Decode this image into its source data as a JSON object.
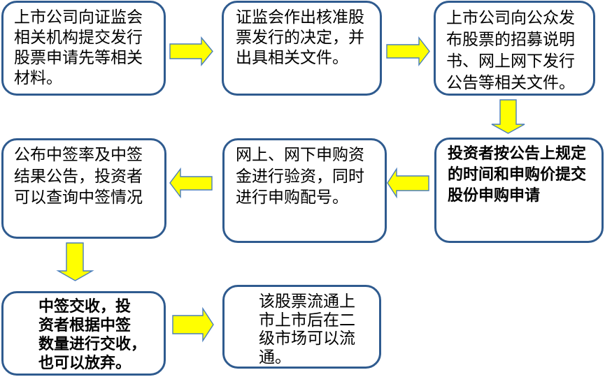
{
  "colors": {
    "box_border": "#2f5b8f",
    "arrow_fill": "#ffff00",
    "arrow_stroke": "#4a7ebb"
  },
  "steps": [
    {
      "step": 1,
      "emphasis": false,
      "lines": [
        "上市公司向证监会",
        "相关机构提交发行",
        "股票申请先等相关",
        "材料。"
      ]
    },
    {
      "step": 2,
      "emphasis": false,
      "lines": [
        "证监会作出核准股",
        "票发行的决定，并",
        "出具相关文件。"
      ]
    },
    {
      "step": 3,
      "emphasis": false,
      "lines": [
        "上市公司向公众发",
        "布股票的招募说明",
        "书、网上网下发行",
        "公告等相关文件。"
      ]
    },
    {
      "step": 4,
      "emphasis": true,
      "lines": [
        "投资者按公告上规定",
        "的时间和申购价提交",
        "股份申购申请"
      ]
    },
    {
      "step": 5,
      "emphasis": false,
      "lines": [
        "网上、网下申购资",
        "金进行验资，同时",
        "进行申购配号。"
      ]
    },
    {
      "step": 6,
      "emphasis": false,
      "lines": [
        "公布中签率及中签",
        "结果公告，投资者",
        "可以查询中签情况"
      ]
    },
    {
      "step": 7,
      "emphasis": true,
      "lines": [
        "中签交收，投",
        "资者根据中签",
        "数量进行交收，",
        "也可以放弃。"
      ]
    },
    {
      "step": 8,
      "emphasis": false,
      "lines": [
        "该股票流通上",
        "市上市后在二",
        "级市场可以流",
        "通。"
      ]
    }
  ],
  "arrows": [
    {
      "from": 1,
      "to": 2,
      "icon": "arrow-right"
    },
    {
      "from": 2,
      "to": 3,
      "icon": "arrow-right"
    },
    {
      "from": 3,
      "to": 4,
      "icon": "arrow-down"
    },
    {
      "from": 4,
      "to": 5,
      "icon": "arrow-left"
    },
    {
      "from": 5,
      "to": 6,
      "icon": "arrow-left"
    },
    {
      "from": 6,
      "to": 7,
      "icon": "arrow-down"
    },
    {
      "from": 7,
      "to": 8,
      "icon": "arrow-right"
    }
  ]
}
